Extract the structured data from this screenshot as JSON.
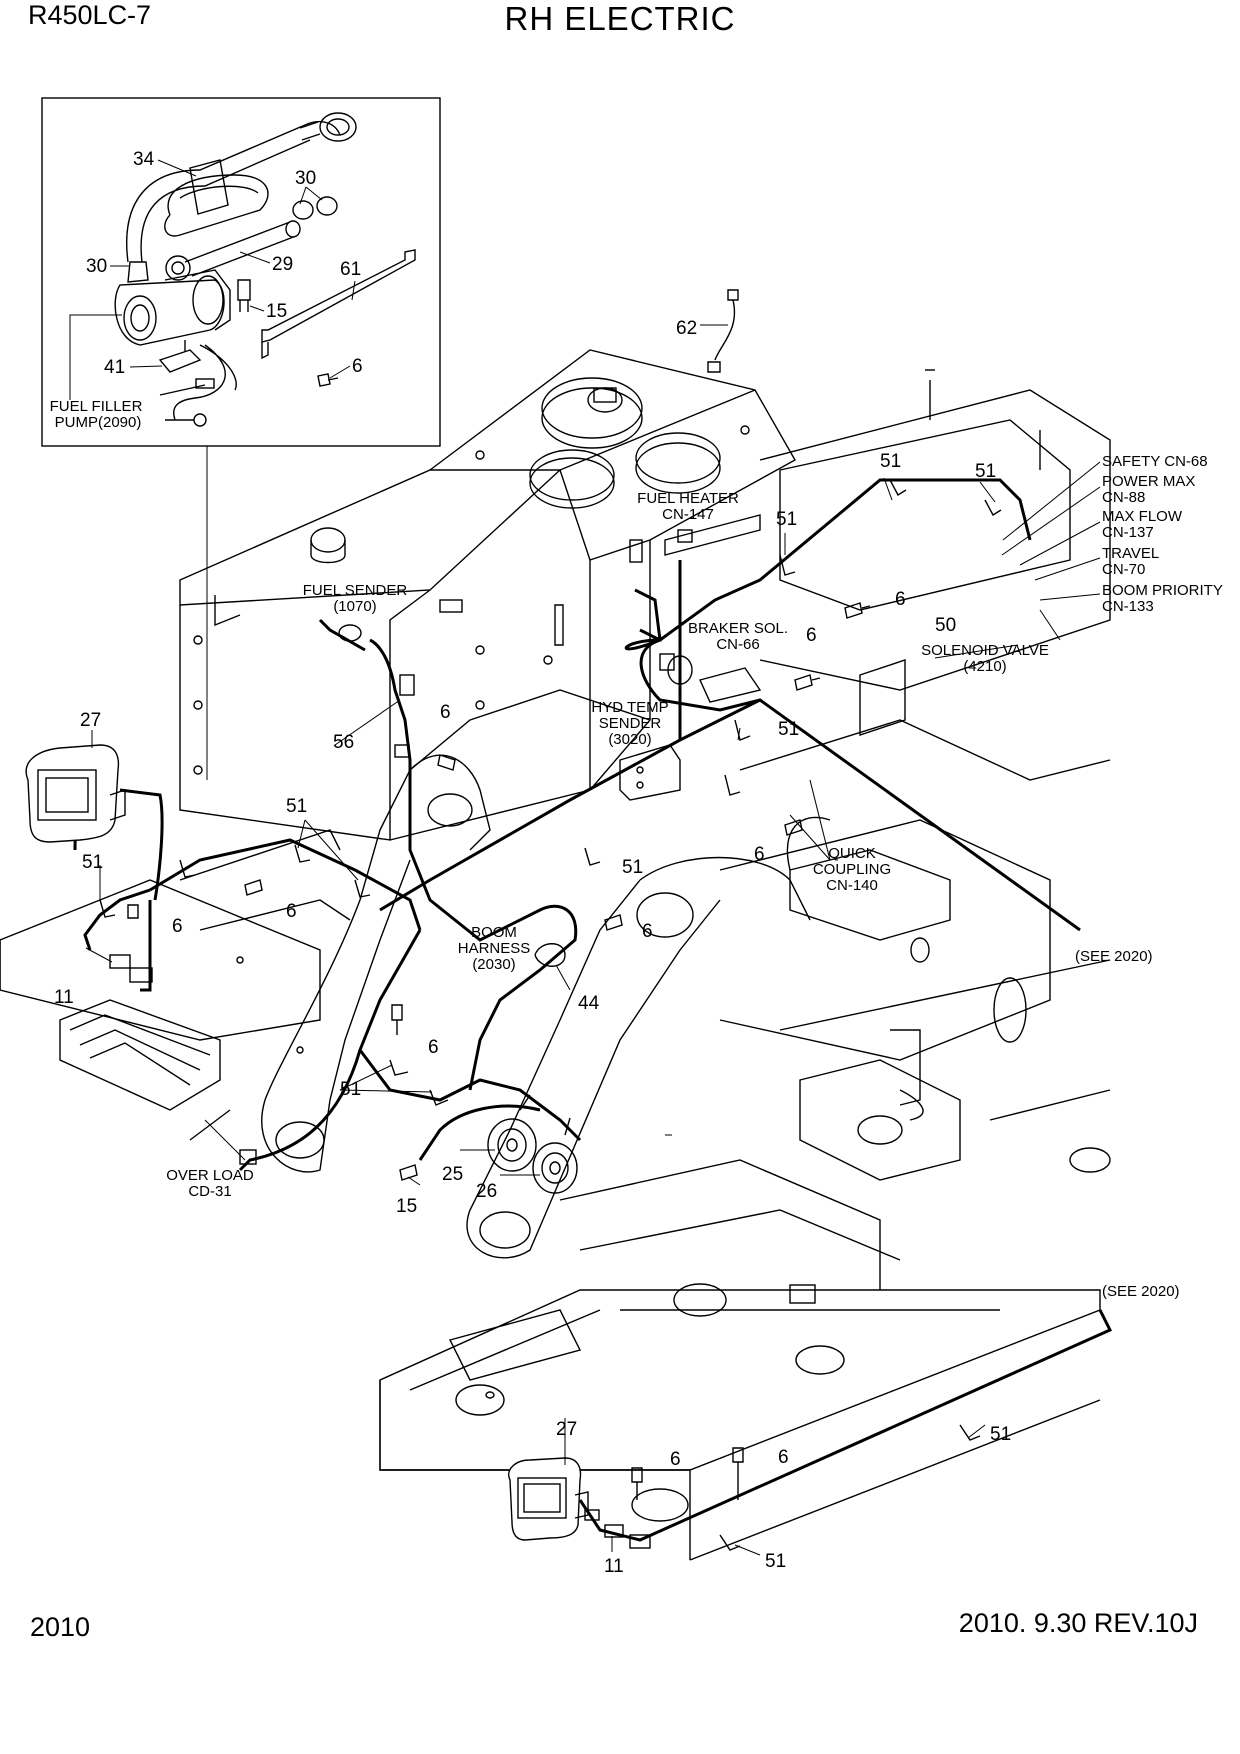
{
  "header": {
    "model": "R450LC-7",
    "title": "RH ELECTRIC"
  },
  "footer": {
    "page_number": "2010",
    "revision": "2010. 9.30  REV.10J"
  },
  "inset": {
    "callouts": [
      "34",
      "30",
      "30",
      "29",
      "61",
      "15",
      "41",
      "6"
    ],
    "label": [
      "FUEL FILLER",
      "PUMP(2090)"
    ]
  },
  "labels": {
    "fuel_heater": [
      "FUEL HEATER",
      "CN-147"
    ],
    "fuel_sender": [
      "FUEL SENDER",
      "(1070)"
    ],
    "braker_sol": [
      "BRAKER SOL.",
      "CN-66"
    ],
    "hyd_temp": [
      "HYD TEMP",
      "SENDER",
      "(3020)"
    ],
    "quick_coupling": [
      "QUICK",
      "COUPLING",
      "CN-140"
    ],
    "boom_harness": [
      "BOOM",
      "HARNESS",
      "(2030)"
    ],
    "over_load": [
      "OVER LOAD",
      "CD-31"
    ],
    "solenoid_valve": [
      "SOLENOID VALVE",
      "(4210)"
    ],
    "safety": "SAFETY CN-68",
    "power_max": [
      "POWER MAX",
      "CN-88"
    ],
    "max_flow": [
      "MAX FLOW",
      "CN-137"
    ],
    "travel": [
      "TRAVEL",
      "CN-70"
    ],
    "boom_priority": [
      "BOOM PRIORITY",
      "CN-133"
    ],
    "see_2020": "(SEE 2020)"
  },
  "callouts": {
    "n62": "62",
    "n51": "51",
    "n6": "6",
    "n50": "50",
    "n27": "27",
    "n56": "56",
    "n11": "11",
    "n44": "44",
    "n25": "25",
    "n26": "26",
    "n15": "15"
  }
}
